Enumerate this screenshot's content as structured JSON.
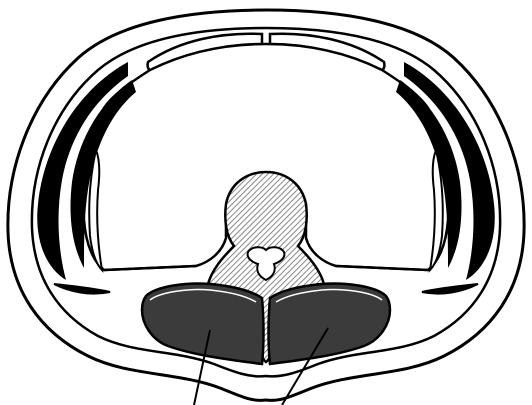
{
  "figure": {
    "description_visible_text": "",
    "colors": {
      "background": "#ffffff",
      "outline": "#000000",
      "muscle_fill": "#3b3b3b",
      "hatch": "#6a6a6a"
    },
    "parts": [
      {
        "name": "skin-outline",
        "kind": "outline"
      },
      {
        "name": "rectus-abdominis-left",
        "kind": "muscle-band"
      },
      {
        "name": "rectus-abdominis-right",
        "kind": "muscle-band"
      },
      {
        "name": "lateral-abdominal-wall-left",
        "kind": "muscle-layers"
      },
      {
        "name": "lateral-abdominal-wall-right",
        "kind": "muscle-layers"
      },
      {
        "name": "vertebral-body",
        "kind": "bone-hatched"
      },
      {
        "name": "spinal-canal",
        "kind": "cavity"
      },
      {
        "name": "paraspinal-muscle-left",
        "kind": "muscle-dark"
      },
      {
        "name": "paraspinal-muscle-right",
        "kind": "muscle-dark"
      },
      {
        "name": "pointer-line-left",
        "kind": "leader-line"
      },
      {
        "name": "pointer-line-right",
        "kind": "leader-line"
      }
    ]
  }
}
